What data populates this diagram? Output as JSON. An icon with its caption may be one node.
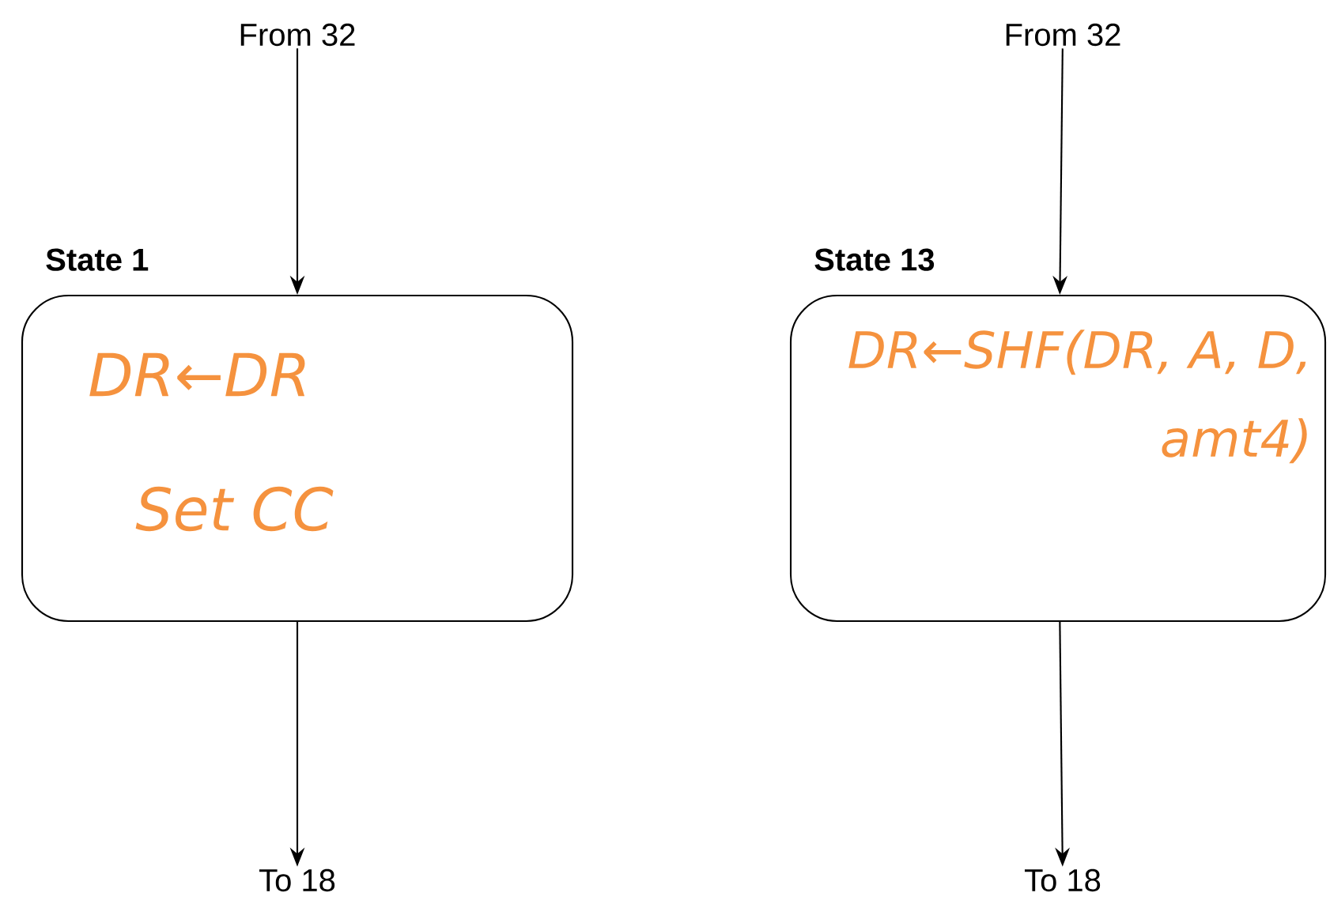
{
  "diagram": {
    "nodes": [
      {
        "text": [
          "From 32"
        ]
      },
      {
        "text": [
          "From 32"
        ]
      },
      {
        "text": [
          "State 1",
          "DR←DR",
          "Set CC"
        ]
      },
      {
        "text": [
          "State 13",
          "DR←SHF(DR, A, D, amt4)"
        ]
      },
      {
        "text": [
          "To 18"
        ]
      },
      {
        "text": [
          "To 18"
        ]
      }
    ],
    "edges": [
      {
        "from": 0,
        "to": 2,
        "arrow": "to"
      },
      {
        "from": 1,
        "to": 3,
        "arrow": "to"
      },
      {
        "from": 2,
        "to": 4,
        "arrow": "to"
      },
      {
        "from": 3,
        "to": 5,
        "arrow": "to"
      }
    ]
  }
}
